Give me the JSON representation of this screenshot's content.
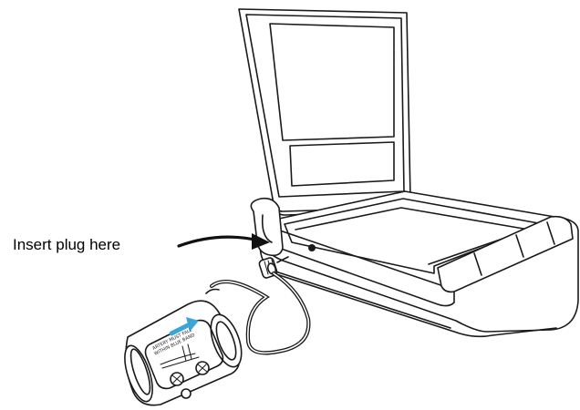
{
  "diagram": {
    "callout_label": "Insert plug here",
    "cuff_print_line1": "ARTERY MUST FALL",
    "cuff_print_line2": "WITHIN BLUE BAND",
    "arrow_color": "#3aa6d8",
    "line_color": "#1a1a1a"
  }
}
